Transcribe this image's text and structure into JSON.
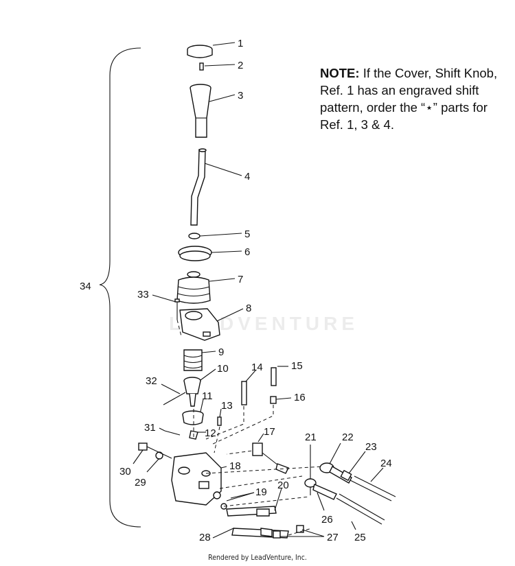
{
  "note": {
    "label": "NOTE:",
    "text": "If the Cover, Shift Knob, Ref. 1 has an engraved shift pattern, order the “⋆” parts for Ref. 1, 3 & 4."
  },
  "callouts": [
    "1",
    "2",
    "3",
    "4",
    "5",
    "6",
    "7",
    "8",
    "9",
    "10",
    "11",
    "12",
    "13",
    "14",
    "15",
    "16",
    "17",
    "18",
    "19",
    "20",
    "21",
    "22",
    "23",
    "24",
    "25",
    "26",
    "27",
    "28",
    "29",
    "30",
    "31",
    "32",
    "33",
    "34"
  ],
  "watermark": "LEADVENTURE",
  "footer": "Rendered by LeadVenture, Inc."
}
